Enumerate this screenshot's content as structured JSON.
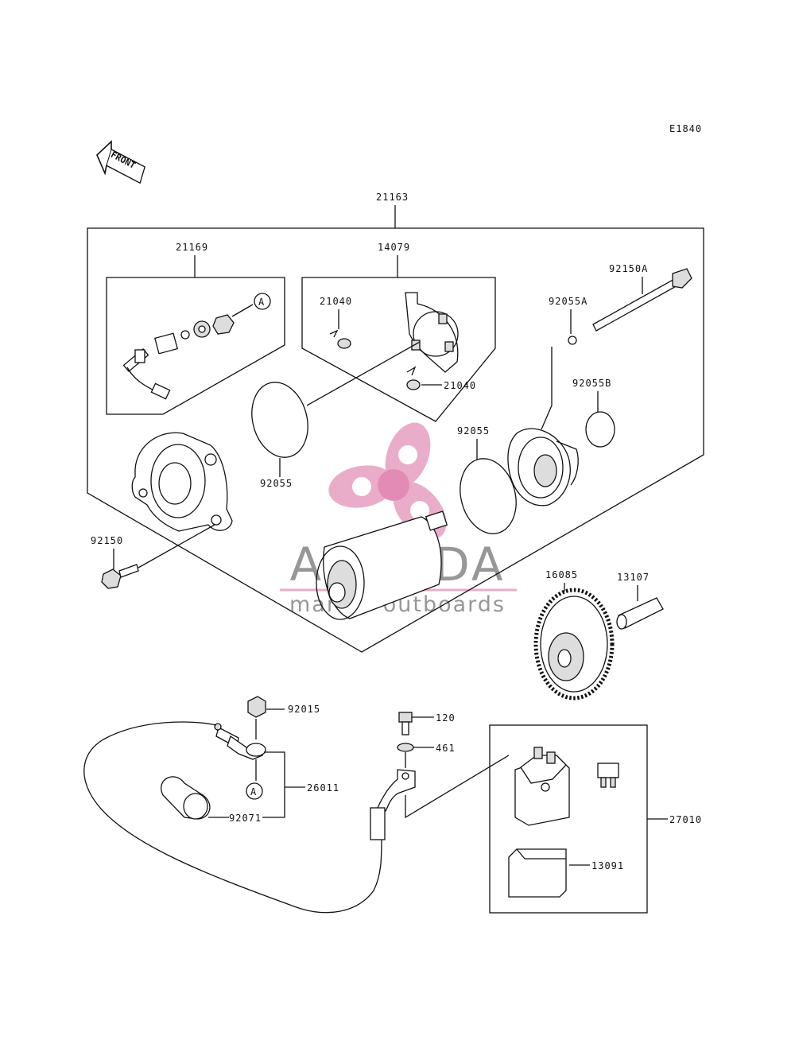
{
  "diagram_code": "E1840",
  "front_label": "FRONT",
  "callouts": {
    "assembly": "21163",
    "brush_kit": "21169",
    "holder": "14079",
    "brush_spring_a": "21040",
    "brush_spring_b": "21040",
    "long_bolt": "92150A",
    "washer_a": "92055A",
    "oring_b": "92055B",
    "oring_left": "92055",
    "oring_right": "92055",
    "mount_bolt": "92150",
    "gear": "16085",
    "shaft": "13107",
    "nut": "92015",
    "bolt_120": "120",
    "washer_461": "461",
    "cable": "26011",
    "cap": "92071",
    "relay": "27010",
    "relay_cover": "13091",
    "marker_a_top": "A",
    "marker_a_bottom": "A"
  },
  "watermark": {
    "brand": "ARMADA",
    "tagline": "marine outboards",
    "accent_color": "#e8a5c4"
  }
}
